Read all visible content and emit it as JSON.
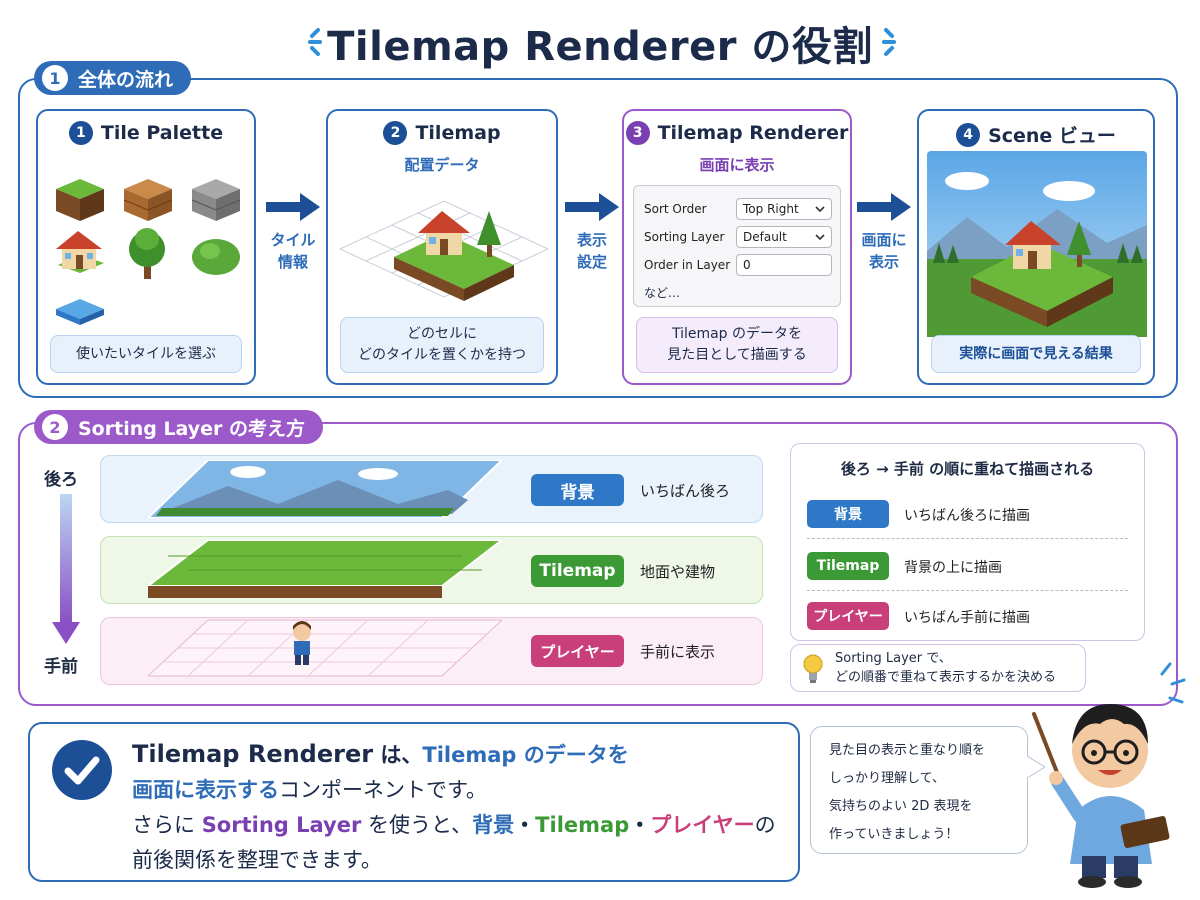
{
  "title": "Tilemap Renderer の役割",
  "section1": {
    "number": "1",
    "title": "全体の流れ",
    "cards": [
      {
        "number": "1",
        "title": "Tile Palette",
        "subtitle": "",
        "caption_lines": [
          "使いたいタイルを選ぶ"
        ]
      },
      {
        "number": "2",
        "title": "Tilemap",
        "subtitle": "配置データ",
        "caption_lines": [
          "どのセルに",
          "どのタイルを置くかを持つ"
        ]
      },
      {
        "number": "3",
        "title": "Tilemap Renderer",
        "subtitle": "画面に表示",
        "caption_lines": [
          "Tilemap のデータを",
          "見た目として描画する"
        ]
      },
      {
        "number": "4",
        "title": "Scene ビュー",
        "subtitle": "",
        "caption_lines": [
          "実際に画面で見える結果"
        ]
      }
    ],
    "arrows": [
      {
        "line1": "タイル",
        "line2": "情報"
      },
      {
        "line1": "表示",
        "line2": "設定"
      },
      {
        "line1": "画面に",
        "line2": "表示"
      }
    ],
    "settings": {
      "rows": [
        {
          "label": "Sort Order",
          "value": "Top Right",
          "dropdown": true
        },
        {
          "label": "Sorting Layer",
          "value": "Default",
          "dropdown": true
        },
        {
          "label": "Order in Layer",
          "value": "0",
          "dropdown": false
        }
      ],
      "more": "など…"
    }
  },
  "section2": {
    "number": "2",
    "title": "Sorting Layer の考え方",
    "axis_top": "後ろ",
    "axis_bottom": "手前",
    "layers": [
      {
        "name": "背景",
        "desc": "いちばん後ろ",
        "color": "#2f78c8"
      },
      {
        "name": "Tilemap",
        "desc": "地面や建物",
        "color": "#3b9a35"
      },
      {
        "name": "プレイヤー",
        "desc": "手前に表示",
        "color": "#c83f7a"
      }
    ],
    "legend": {
      "title": "後ろ → 手前 の順に重ねて描画される",
      "items": [
        {
          "name": "背景",
          "desc": "いちばん後ろに描画",
          "color": "#2f78c8"
        },
        {
          "name": "Tilemap",
          "desc": "背景の上に描画",
          "color": "#3b9a35"
        },
        {
          "name": "プレイヤー",
          "desc": "いちばん手前に描画",
          "color": "#c83f7a"
        }
      ]
    },
    "tip": {
      "line1": "Sorting Layer で、",
      "line2": "どの順番で重ねて表示するかを決める"
    }
  },
  "summary": {
    "l1_a": "Tilemap Renderer",
    "l1_b": " は、",
    "l1_c": "Tilemap のデータを",
    "l2_a": "画面に表示する",
    "l2_b": "コンポーネントです。",
    "l3_a": "さらに ",
    "l3_b": "Sorting Layer",
    "l3_c": " を使うと、",
    "l3_d": "背景",
    "l3_e": "・",
    "l3_f": "Tilemap",
    "l3_g": "・",
    "l3_h": "プレイヤー",
    "l3_i": "の",
    "l4": "前後関係を整理できます。"
  },
  "speech": {
    "lines": [
      "見た目の表示と重なり順を",
      "しっかり理解して、",
      "気持ちのよい 2D 表現を",
      "作っていきましょう！"
    ]
  },
  "colors": {
    "primary": "#2f6cb8",
    "purple": "#9b59c9",
    "green": "#3b9a35",
    "pink": "#c83f7a",
    "blue": "#2f78c8"
  }
}
